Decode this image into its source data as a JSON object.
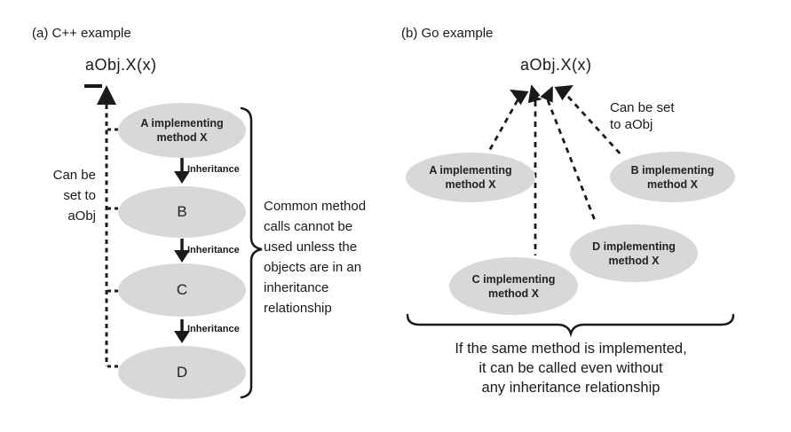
{
  "panel_a": {
    "title": "(a) C++ example",
    "call_label": "aObj.X(x)",
    "side_note": "Can be\nset to\naObj",
    "edge_label": "Inheritance",
    "nodes": [
      {
        "id": "A",
        "label": "A implementing\nmethod X"
      },
      {
        "id": "B",
        "label": "B"
      },
      {
        "id": "C",
        "label": "C"
      },
      {
        "id": "D",
        "label": "D"
      }
    ],
    "brace_note": "Common method\ncalls cannot be\nused unless the\nobjects are in an\ninheritance\nrelationship"
  },
  "panel_b": {
    "title": "(b) Go example",
    "call_label": "aObj.X(x)",
    "side_note": "Can be set\nto aObj",
    "nodes": [
      {
        "id": "A",
        "label": "A implementing\nmethod X"
      },
      {
        "id": "B",
        "label": "B implementing\nmethod X"
      },
      {
        "id": "C",
        "label": "C implementing\nmethod X"
      },
      {
        "id": "D",
        "label": "D implementing\nmethod X"
      }
    ],
    "caption": "If the same method is implemented,\nit can be called even without\nany inheritance relationship"
  },
  "colors": {
    "ink": "#1a1a1a",
    "node_fill": "#d8d8d8"
  }
}
